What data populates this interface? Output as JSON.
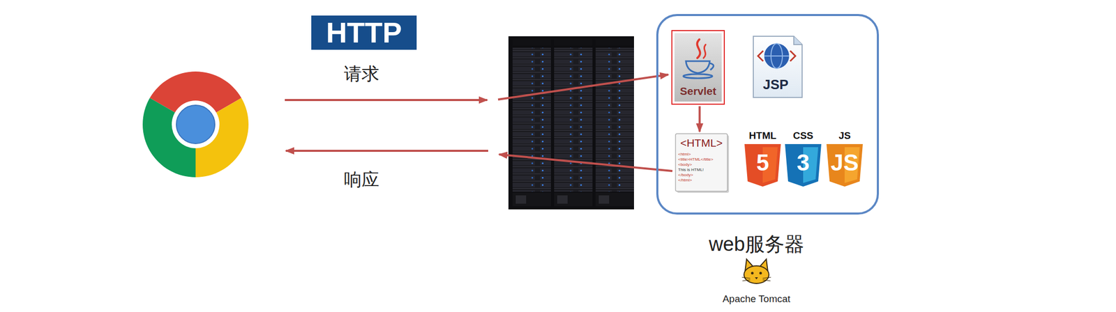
{
  "diagram": {
    "nodes": [
      {
        "text": [
          "HTTP"
        ]
      },
      {
        "text": [
          "web服务器"
        ]
      },
      {
        "text": [
          "Servlet"
        ],
        "in": 1
      },
      {
        "text": [
          "JSP"
        ],
        "in": 1
      },
      {
        "text": [
          "<HTML>",
          "<html>",
          "<title>HTML</title>",
          "<body>",
          "This is HTML!",
          "</body>",
          "</html>"
        ],
        "in": 1
      },
      {
        "text": [
          "HTML",
          "5"
        ],
        "in": 1
      },
      {
        "text": [
          "CSS",
          "3"
        ],
        "in": 1
      },
      {
        "text": [
          "JS",
          "JS"
        ],
        "in": 1
      }
    ],
    "edges": [
      {
        "from": 2,
        "to": 4,
        "arrow": "to"
      }
    ],
    "labels": [
      "请求",
      "响应",
      "Apache Tomcat"
    ]
  }
}
